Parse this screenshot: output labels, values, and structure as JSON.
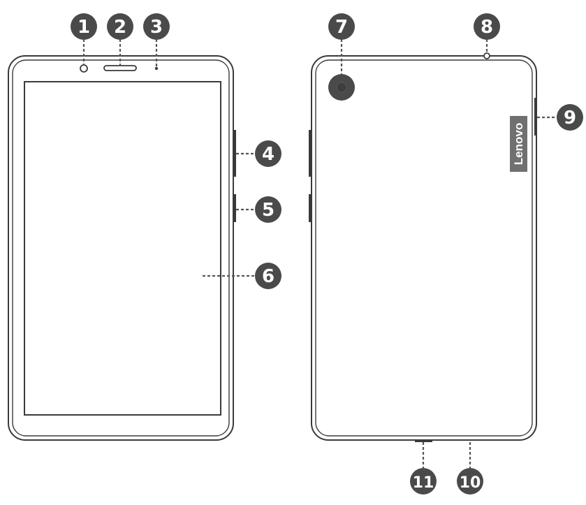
{
  "callouts": [
    {
      "id": "1",
      "label": "1"
    },
    {
      "id": "2",
      "label": "2"
    },
    {
      "id": "3",
      "label": "3"
    },
    {
      "id": "4",
      "label": "4"
    },
    {
      "id": "5",
      "label": "5"
    },
    {
      "id": "6",
      "label": "6"
    },
    {
      "id": "7",
      "label": "7"
    },
    {
      "id": "8",
      "label": "8"
    },
    {
      "id": "9",
      "label": "9"
    },
    {
      "id": "10",
      "label": "10"
    },
    {
      "id": "11",
      "label": "11"
    }
  ],
  "brand": {
    "text": "Lenovo",
    "color": "#707070"
  },
  "colors": {
    "callout": "#4a4a4a",
    "outline": "#3a3a3a"
  }
}
